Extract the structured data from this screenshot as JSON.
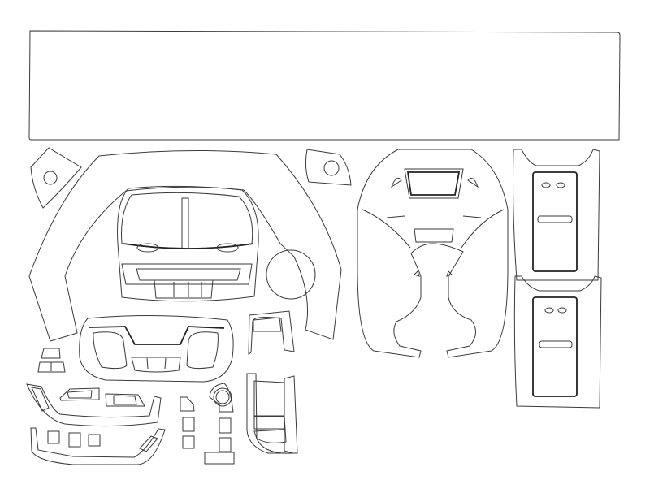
{
  "diagram": {
    "type": "cutting-template-line-drawing",
    "line_color": "#3a3a3a",
    "background": "#ffffff",
    "pieces": [
      "top-strip",
      "left-round-badge",
      "dashboard-arch",
      "center-console-panel",
      "round-vent-disc",
      "right-round-badge",
      "center-tunnel-panel",
      "door-panel-upper",
      "door-panel-lower",
      "lower-dash-panel",
      "small-switch-panels",
      "door-handle-trims",
      "small-buttons",
      "gear-surround",
      "side-bracket-trims"
    ]
  }
}
